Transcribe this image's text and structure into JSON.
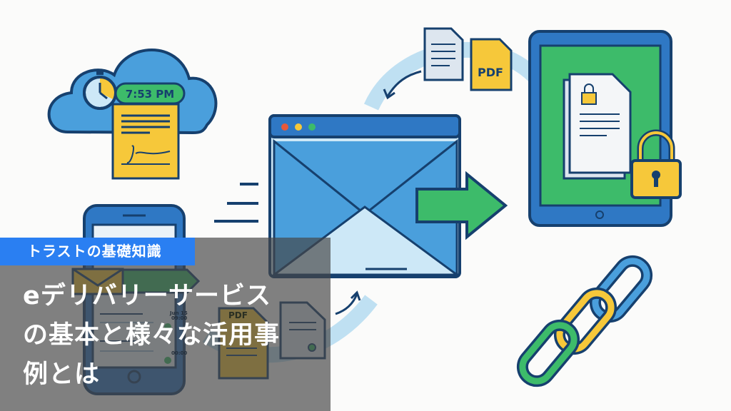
{
  "illustration": {
    "clock_time": "7:53 PM",
    "pdf_label_top": "PDF",
    "pdf_label_bottom": "PDF",
    "phone_date": "Jun 15",
    "phone_time": "09:00",
    "phone_time_2": "00:00"
  },
  "overlay": {
    "category_tag": "トラストの基礎知識",
    "title_lines": [
      "eデリバリーサービス",
      "の基本と様々な活用事",
      "例とは"
    ]
  },
  "colors": {
    "tag_blue": "#2a7ff2",
    "outline_navy": "#16406e",
    "sky_blue": "#4a9fdc",
    "green": "#3dbb6a",
    "yellow": "#f6c83a"
  }
}
